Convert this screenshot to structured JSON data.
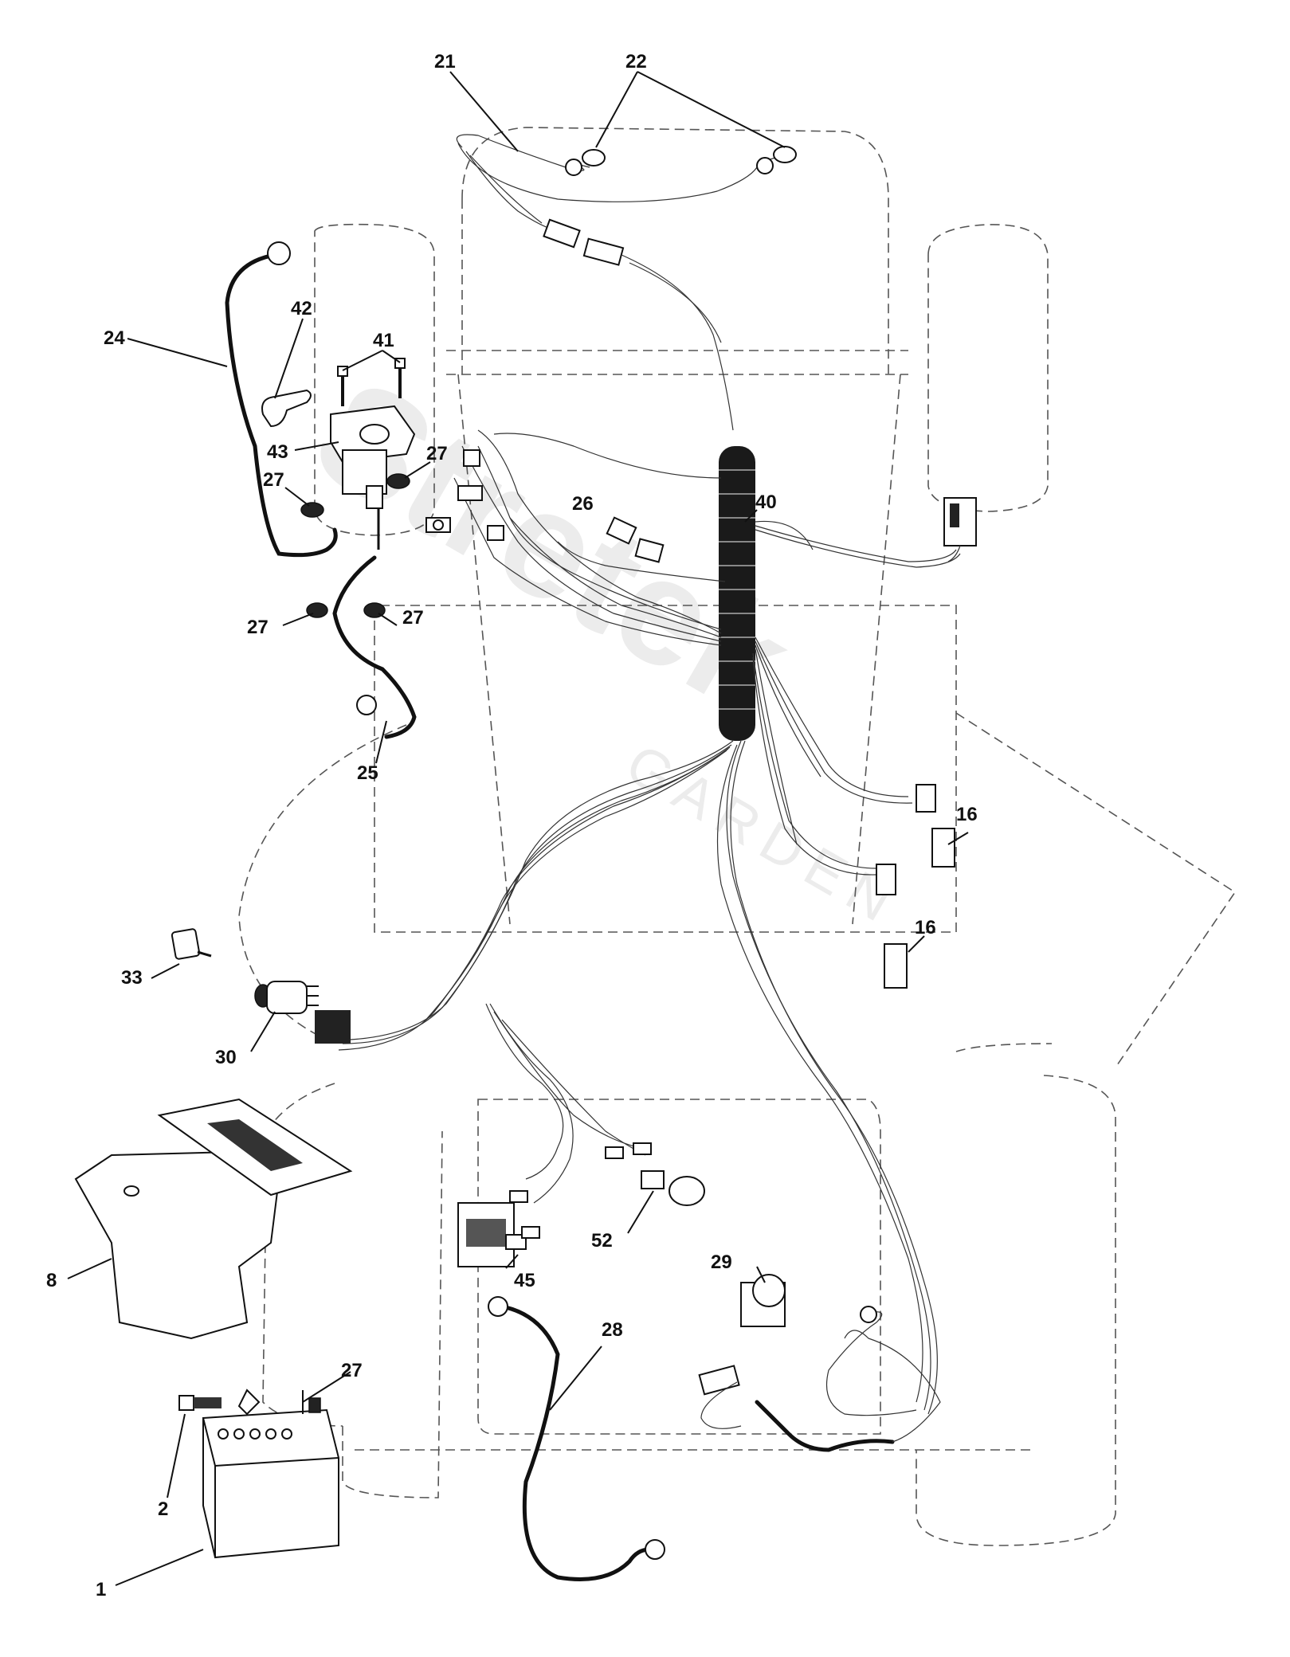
{
  "watermark": {
    "brand": "Stretek",
    "sub": "GARDEN"
  },
  "callouts": [
    {
      "id": "c21",
      "label": "21"
    },
    {
      "id": "c22",
      "label": "22"
    },
    {
      "id": "c24",
      "label": "24"
    },
    {
      "id": "c42",
      "label": "42"
    },
    {
      "id": "c41",
      "label": "41"
    },
    {
      "id": "c43",
      "label": "43"
    },
    {
      "id": "c27a",
      "label": "27"
    },
    {
      "id": "c27b",
      "label": "27"
    },
    {
      "id": "c27c",
      "label": "27"
    },
    {
      "id": "c27d",
      "label": "27"
    },
    {
      "id": "c27e",
      "label": "27"
    },
    {
      "id": "c26",
      "label": "26"
    },
    {
      "id": "c40",
      "label": "40"
    },
    {
      "id": "c25",
      "label": "25"
    },
    {
      "id": "c16a",
      "label": "16"
    },
    {
      "id": "c16b",
      "label": "16"
    },
    {
      "id": "c33",
      "label": "33"
    },
    {
      "id": "c30",
      "label": "30"
    },
    {
      "id": "c8",
      "label": "8"
    },
    {
      "id": "c52",
      "label": "52"
    },
    {
      "id": "c45",
      "label": "45"
    },
    {
      "id": "c29",
      "label": "29"
    },
    {
      "id": "c28",
      "label": "28"
    },
    {
      "id": "c2",
      "label": "2"
    },
    {
      "id": "c1",
      "label": "1"
    }
  ]
}
